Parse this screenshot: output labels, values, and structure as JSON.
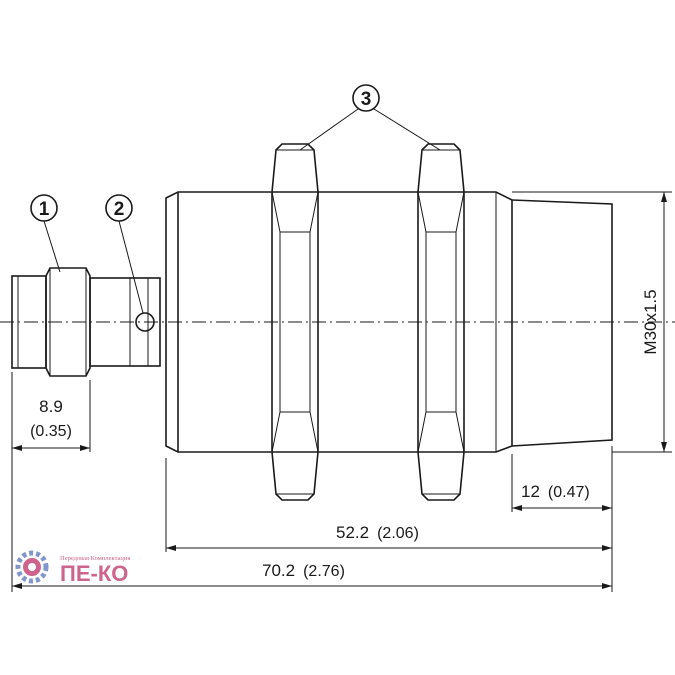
{
  "callouts": {
    "one": "1",
    "two": "2",
    "three": "3"
  },
  "dimensions": {
    "connector_len": "8.9",
    "connector_len_in": "(0.35)",
    "thread_end": "12",
    "thread_end_in": "(0.47)",
    "body_len": "52.2",
    "body_len_in": "(2.06)",
    "total_len": "70.2",
    "total_len_in": "(2.76)",
    "thread_spec": "M30x1.5"
  },
  "watermark": {
    "brand": "ПЕ-КО",
    "tagline": "Передовая Комплектация"
  },
  "colors": {
    "lines": "#1a1a1a",
    "watermark": "#c54a78"
  }
}
